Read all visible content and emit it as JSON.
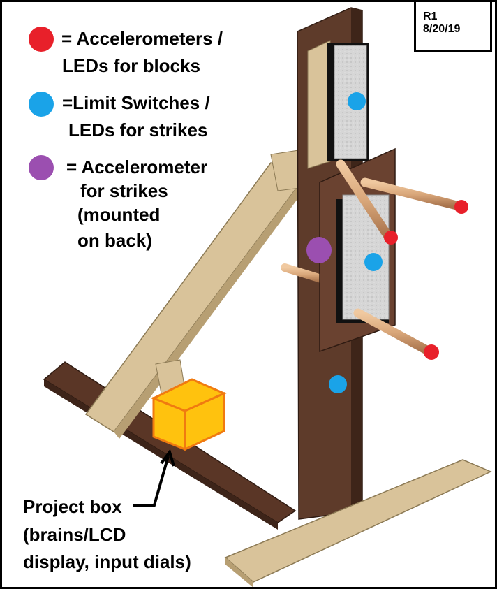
{
  "revision": {
    "label": "R1",
    "date": "8/20/19"
  },
  "legend": [
    {
      "color": "#e8202a",
      "lines": [
        "= Accelerometers /",
        "LEDs for blocks"
      ]
    },
    {
      "color": "#1aa3e8",
      "lines": [
        "=Limit Switches  /",
        "LEDs for strikes"
      ]
    },
    {
      "color": "#9b4fb0",
      "lines": [
        "= Accelerometer",
        "for strikes",
        "(mounted",
        "on back)"
      ]
    }
  ],
  "project_box": {
    "lines": [
      "Project box",
      "(brains/LCD",
      "display, input dials)"
    ],
    "color": "#ffc20e"
  },
  "colors": {
    "wood_dark": "#5a3626",
    "wood_light": "#d9c39a",
    "pad": "#d4d4d4",
    "arm": "#d9a77a"
  }
}
